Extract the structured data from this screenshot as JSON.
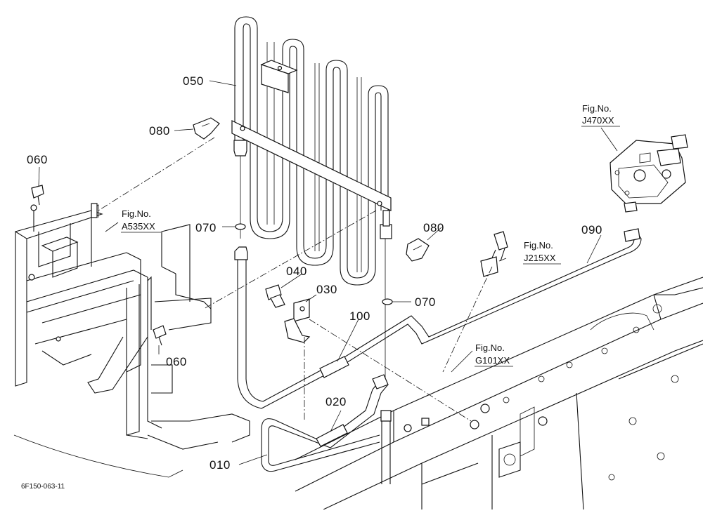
{
  "diagram": {
    "drawing_code": "6F150-063-11",
    "callouts": {
      "p050": "050",
      "p080a": "080",
      "p080b": "080",
      "p060a": "060",
      "p060b": "060",
      "p070a": "070",
      "p070b": "070",
      "p040": "040",
      "p030": "030",
      "p100": "100",
      "p020": "020",
      "p010": "010",
      "p090": "090"
    },
    "figure_refs": {
      "a535": {
        "fig": "Fig.No.",
        "ref": "A535XX"
      },
      "j470": {
        "fig": "Fig.No.",
        "ref": "J470XX"
      },
      "j215": {
        "fig": "Fig.No.",
        "ref": "J215XX"
      },
      "g101": {
        "fig": "Fig.No.",
        "ref": "G101XX"
      }
    }
  }
}
